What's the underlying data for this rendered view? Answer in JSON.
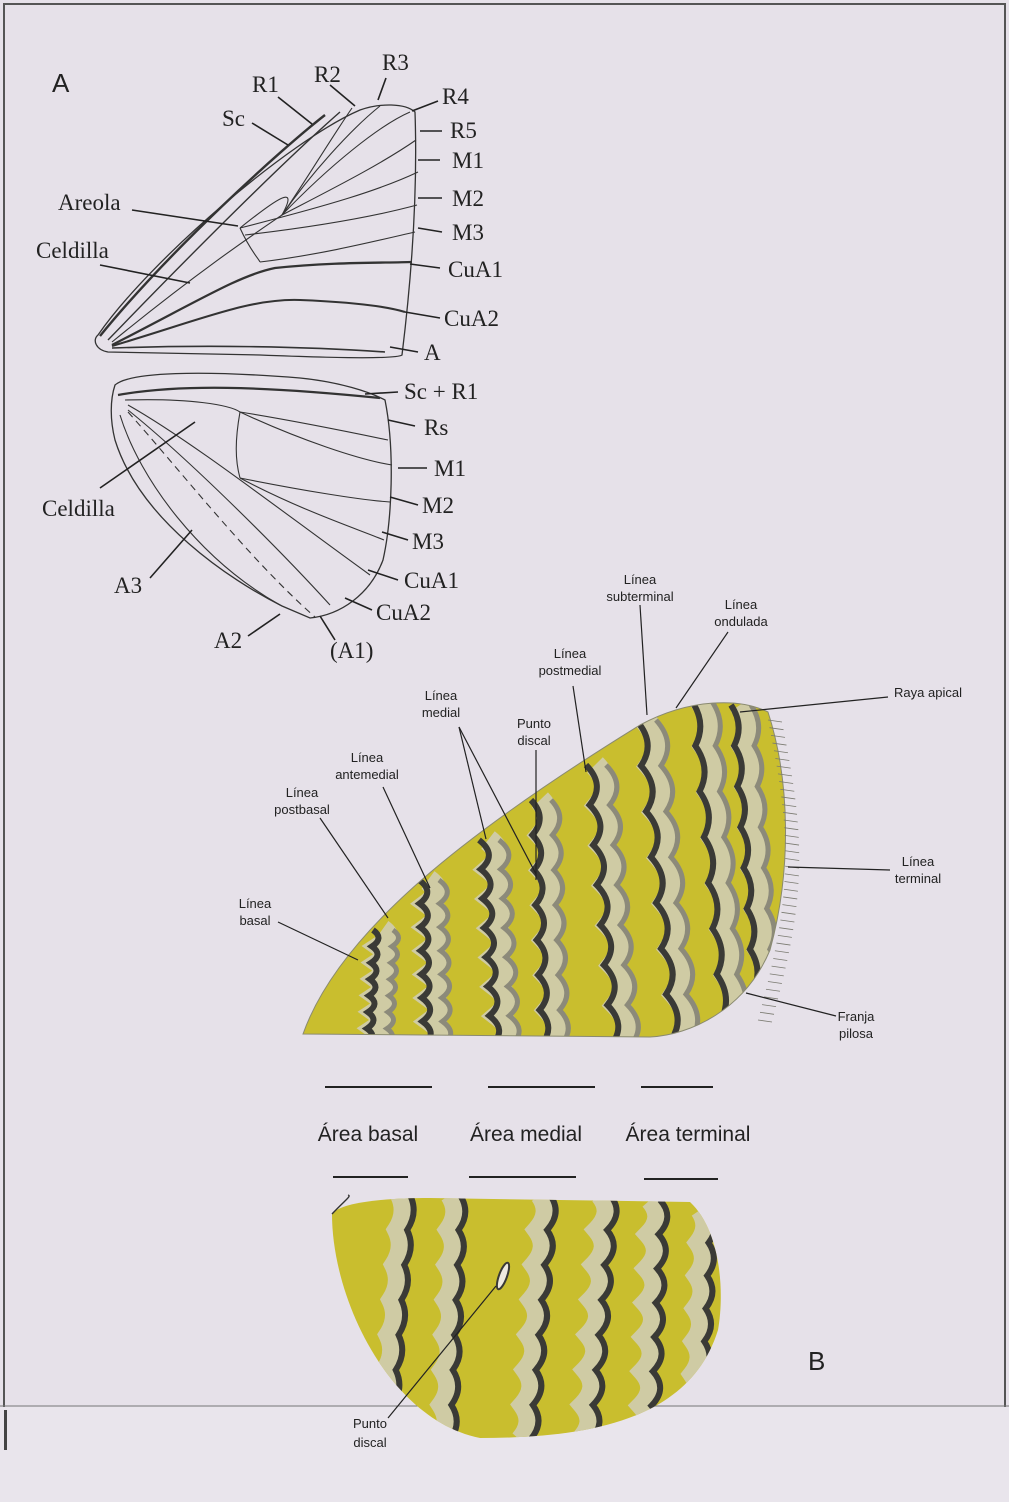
{
  "panels": {
    "a": {
      "letter": "A"
    },
    "b": {
      "letter": "B"
    }
  },
  "forewing": {
    "veins": [
      "R1",
      "R2",
      "R3",
      "R4",
      "Sc",
      "R5",
      "M1",
      "M2",
      "M3",
      "CuA1",
      "CuA2",
      "A"
    ],
    "cells": [
      "Areola",
      "Celdilla"
    ]
  },
  "hindwing": {
    "veins": [
      "Sc + R1",
      "Rs",
      "M1",
      "M2",
      "M3",
      "CuA1",
      "CuA2",
      "(A1)",
      "A2",
      "A3"
    ],
    "cells": [
      "Celdilla"
    ]
  },
  "pattern_labels": {
    "subterminal": [
      "Línea",
      "subterminal"
    ],
    "ondulada": [
      "Línea",
      "ondulada"
    ],
    "postmedial": [
      "Línea",
      "postmedial"
    ],
    "raya_apical": [
      "Raya apical"
    ],
    "medial": [
      "Línea",
      "medial"
    ],
    "punto_discal": [
      "Punto",
      "discal"
    ],
    "antemedial": [
      "Línea",
      "antemedial"
    ],
    "postbasal": [
      "Línea",
      "postbasal"
    ],
    "terminal": [
      "Línea",
      "terminal"
    ],
    "basal": [
      "Línea",
      "basal"
    ],
    "franja": [
      "Franja",
      "pilosa"
    ],
    "punto_discal_hind": [
      "Punto",
      "discal"
    ]
  },
  "areas": [
    "Área basal",
    "Área medial",
    "Área terminal"
  ],
  "colors": {
    "background": "#e6e1e9",
    "wing_yellow": "#c9be2e",
    "wing_pale": "#cfcba4",
    "line_dark": "#3a3a36",
    "line_mid": "#8c8a7a"
  }
}
